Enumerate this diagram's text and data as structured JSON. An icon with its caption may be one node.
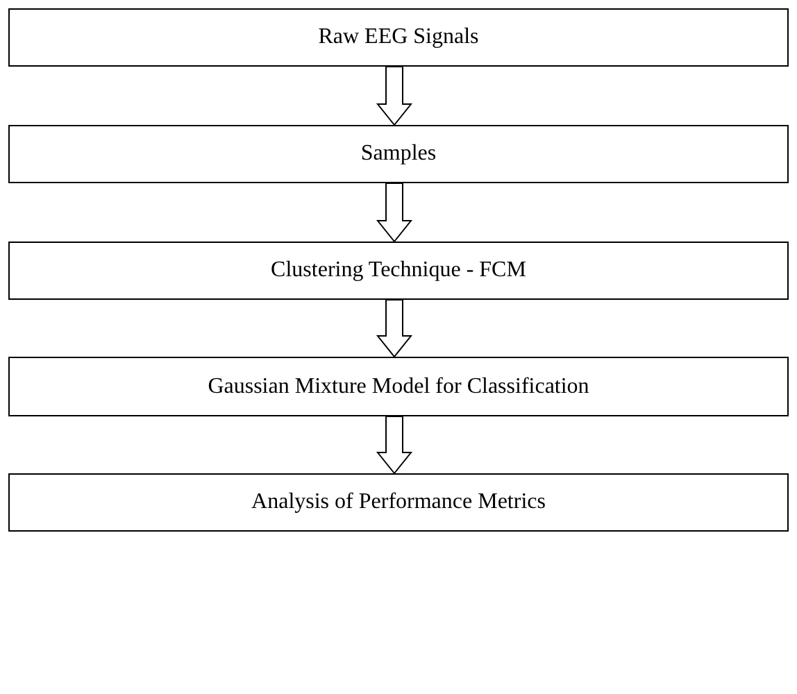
{
  "diagram": {
    "nodes": [
      {
        "text": [
          "Raw EEG Signals"
        ]
      },
      {
        "text": [
          "Samples"
        ]
      },
      {
        "text": [
          "Clustering Technique - FCM"
        ]
      },
      {
        "text": [
          "Gaussian Mixture Model for Classification"
        ]
      },
      {
        "text": [
          "Analysis of Performance Metrics"
        ]
      }
    ],
    "edges": [
      {
        "from": 0,
        "to": 1,
        "arrow": "to"
      },
      {
        "from": 1,
        "to": 2,
        "arrow": "to"
      },
      {
        "from": 2,
        "to": 3,
        "arrow": "to"
      },
      {
        "from": 3,
        "to": 4,
        "arrow": "to"
      }
    ]
  }
}
